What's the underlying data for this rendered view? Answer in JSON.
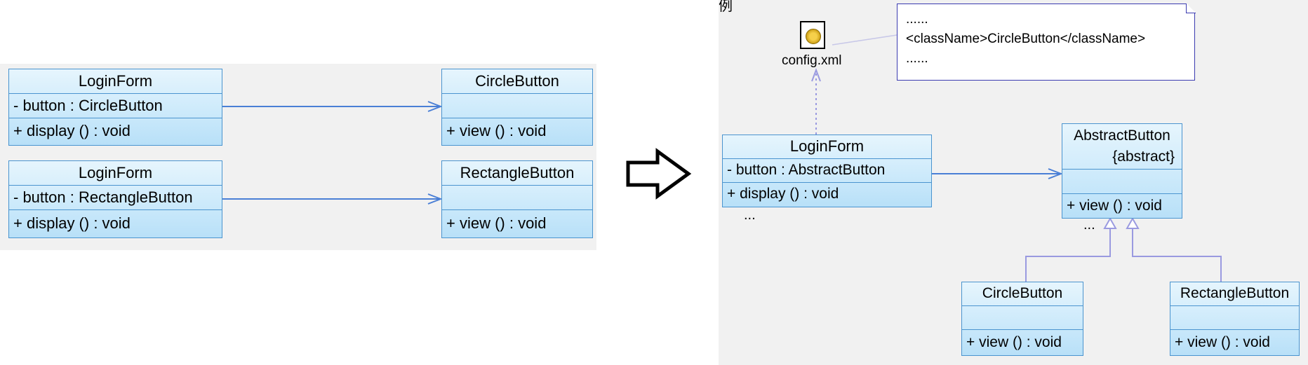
{
  "left": {
    "top_form": {
      "name": "LoginForm",
      "attribute": "-  button  : CircleButton",
      "operation": "+  display ()  : void"
    },
    "top_button": {
      "name": "CircleButton",
      "operation": "+  view ()  : void"
    },
    "bottom_form": {
      "name": "LoginForm",
      "attribute": "-  button  : RectangleButton",
      "operation": "+  display ()  : void"
    },
    "bottom_button": {
      "name": "RectangleButton",
      "operation": "+  view ()  : void"
    }
  },
  "right": {
    "corner_mark": "例",
    "config_file": "config.xml",
    "note_lines": [
      "......",
      "<className>CircleButton</className>",
      "......"
    ],
    "login_form": {
      "name": "LoginForm",
      "attribute": "-  button  : AbstractButton",
      "operation": "+  display ()  : void",
      "more": "..."
    },
    "abstract_button": {
      "name": "AbstractButton",
      "stereotype": "{abstract}",
      "operation": "+  view ()  : void",
      "more": "..."
    },
    "circle_button": {
      "name": "CircleButton",
      "operation": "+  view ()  : void"
    },
    "rectangle_button": {
      "name": "RectangleButton",
      "operation": "+  view ()  : void"
    }
  },
  "colors": {
    "class_border": "#4a94cf",
    "class_fill_top": "#e6f5fd",
    "class_fill_bottom": "#b8e0f8",
    "association_line": "#4a7fd6",
    "generalization_line": "#9a9ae0",
    "note_border": "#3b3bb0",
    "panel_background": "#f1f1f1"
  }
}
